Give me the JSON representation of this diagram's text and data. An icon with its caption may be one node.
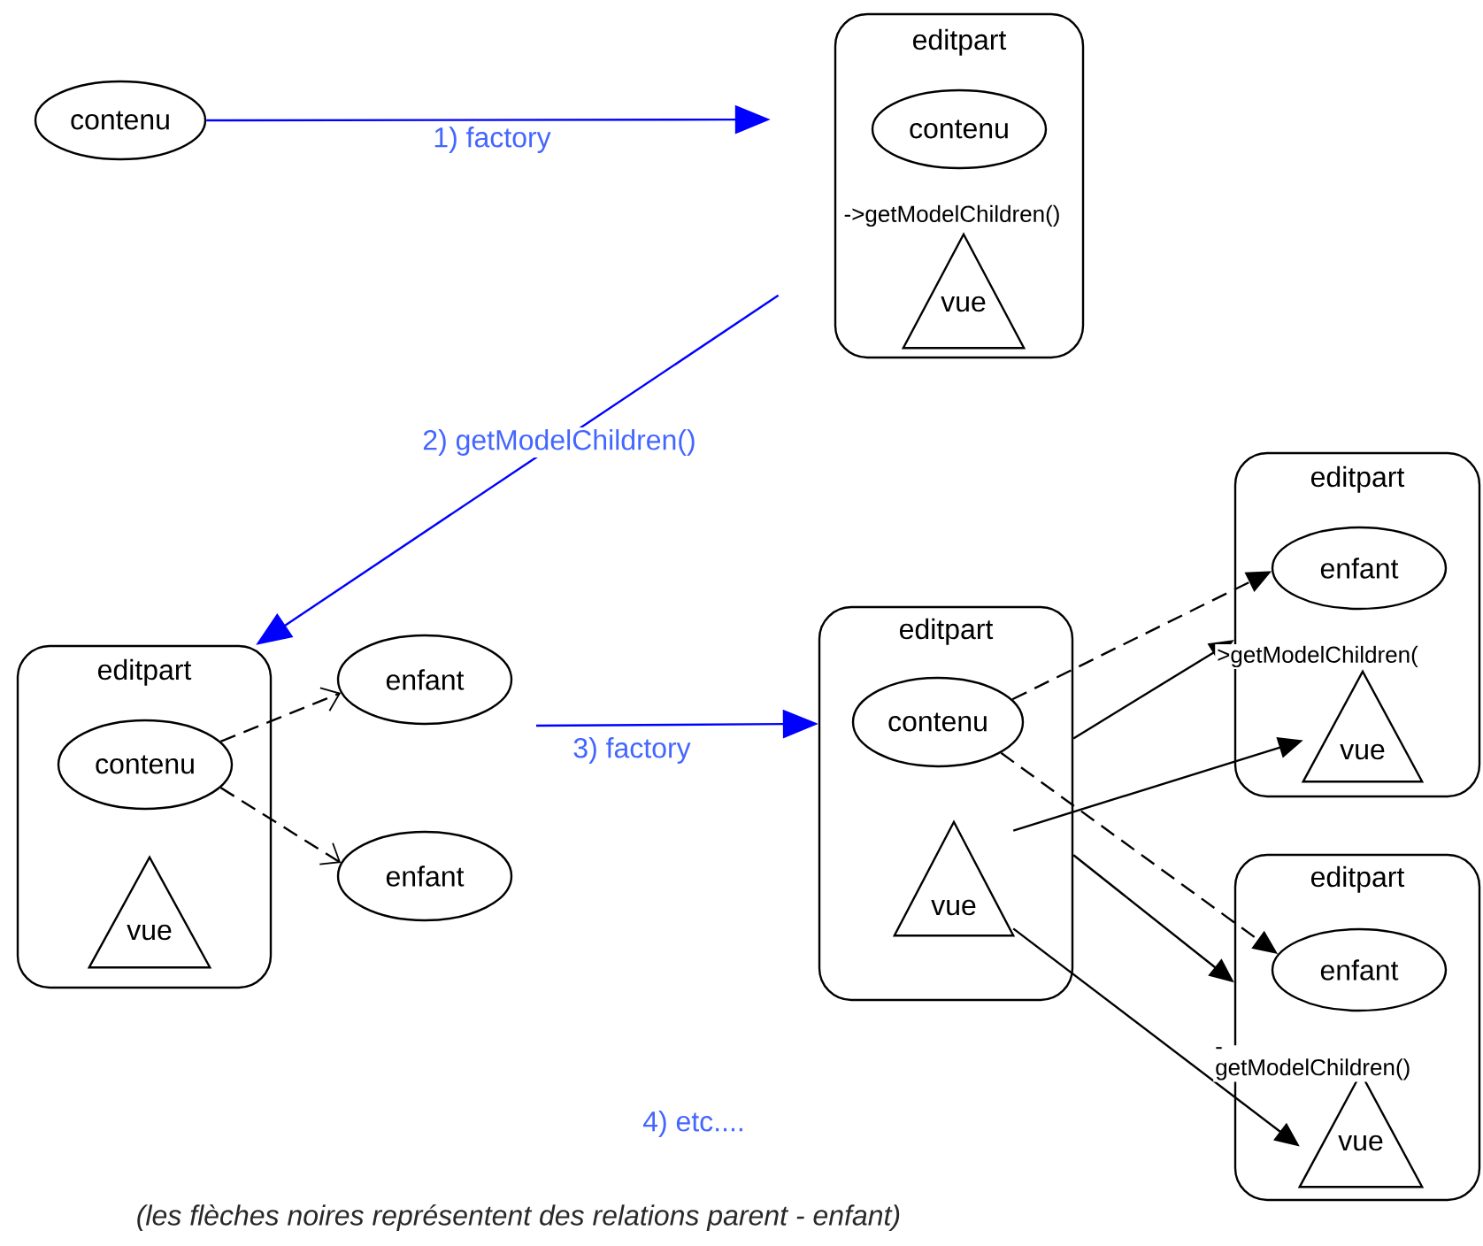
{
  "diagram": {
    "caption": "(les flèches noires représentent des relations parent - enfant)",
    "nodes": [
      {
        "text": [
          "contenu"
        ]
      },
      {
        "text": [
          "editpart"
        ]
      },
      {
        "text": [
          "contenu"
        ],
        "in": 1
      },
      {
        "text": [
          "vue"
        ],
        "in": 1
      },
      {
        "text": [
          "editpart"
        ]
      },
      {
        "text": [
          "contenu"
        ],
        "in": 4
      },
      {
        "text": [
          "vue"
        ],
        "in": 4
      },
      {
        "text": [
          "enfant"
        ]
      },
      {
        "text": [
          "enfant"
        ]
      },
      {
        "text": [
          "editpart"
        ]
      },
      {
        "text": [
          "contenu"
        ],
        "in": 9
      },
      {
        "text": [
          "vue"
        ],
        "in": 9
      },
      {
        "text": [
          "editpart"
        ]
      },
      {
        "text": [
          "enfant"
        ],
        "in": 12
      },
      {
        "text": [
          "vue"
        ],
        "in": 12
      },
      {
        "text": [
          "editpart"
        ]
      },
      {
        "text": [
          "enfant"
        ],
        "in": 15
      },
      {
        "text": [
          "vue"
        ],
        "in": 15
      }
    ],
    "edges": [
      {
        "from": 0,
        "to": 1,
        "arrow": "to",
        "label": "1) factory",
        "color": "#0000ff"
      },
      {
        "from": 1,
        "to": 4,
        "arrow": "to",
        "label": "2) getModelChildren()",
        "color": "#0000ff"
      },
      {
        "from": 5,
        "to": 7,
        "arrow": "to",
        "style": "dashed"
      },
      {
        "from": 5,
        "to": 8,
        "arrow": "to",
        "style": "dashed"
      },
      {
        "from": null,
        "to": 9,
        "arrow": "to",
        "label": "3) factory",
        "color": "#0000ff"
      },
      {
        "from": 10,
        "to": 13,
        "arrow": "to",
        "style": "dashed"
      },
      {
        "from": 9,
        "to": 12,
        "arrow": "to"
      },
      {
        "from": 11,
        "to": 14,
        "arrow": "to"
      },
      {
        "from": 9,
        "to": 15,
        "arrow": "to"
      },
      {
        "from": 10,
        "to": 16,
        "arrow": "to",
        "style": "dashed"
      },
      {
        "from": 11,
        "to": 17,
        "arrow": "to"
      }
    ],
    "labels": [
      "->getModelChildren()",
      ">getModelChildren(",
      "- getModelChildren()",
      "4) etc...."
    ]
  }
}
